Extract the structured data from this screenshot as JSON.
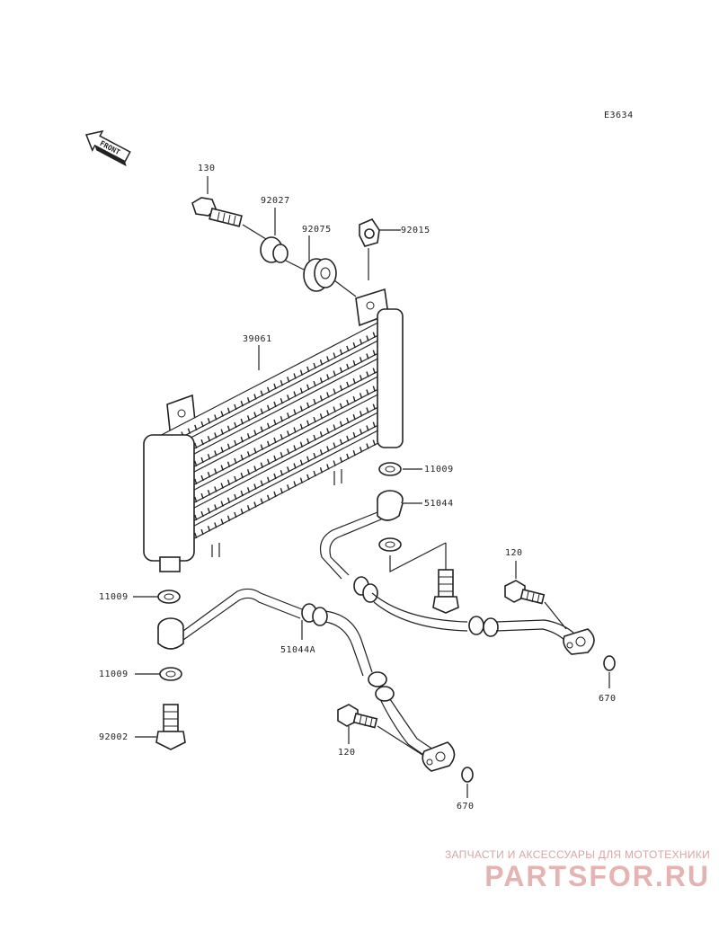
{
  "diagram": {
    "code": "E3634",
    "front_label": "FRONT",
    "labels": {
      "p130": "130",
      "p92027": "92027",
      "p92075": "92075",
      "p92015": "92015",
      "p39061": "39061",
      "p11009_right": "11009",
      "p51044": "51044",
      "p120_right": "120",
      "p670_right": "670",
      "p11009_left": "11009",
      "p51044a": "51044A",
      "p11009_left2": "11009",
      "p92002": "92002",
      "p120_bottom": "120",
      "p670_bottom": "670"
    }
  },
  "watermark": {
    "caption": "ЗАПЧАСТИ И АКСЕССУАРЫ ДЛЯ МОТОТЕХНИКИ",
    "logo": "PartsFor.ru"
  }
}
